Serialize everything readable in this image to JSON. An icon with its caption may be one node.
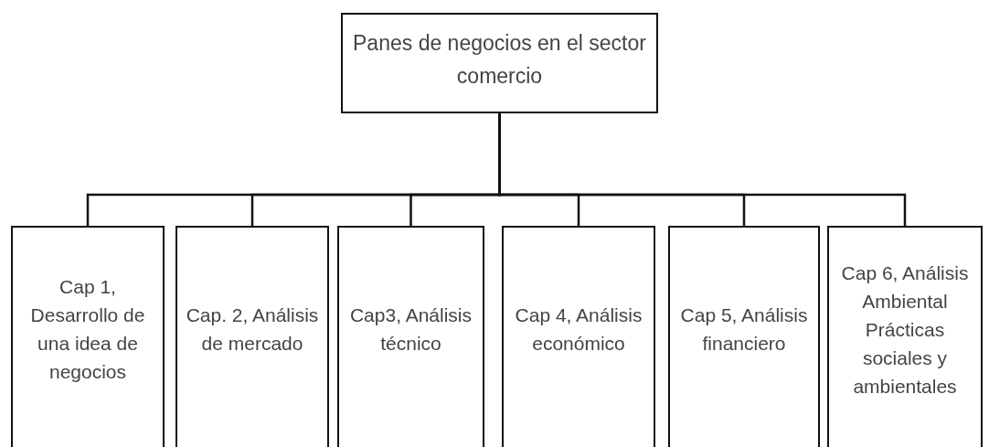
{
  "diagram": {
    "nodes": [
      {
        "text": [
          "Panes de negocios en el sector comercio"
        ]
      },
      {
        "text": [
          "Cap 1, Desarrollo de una idea de negocios"
        ]
      },
      {
        "text": [
          "Cap. 2, Análisis de mercado"
        ]
      },
      {
        "text": [
          "Cap3, Análisis técnico"
        ]
      },
      {
        "text": [
          "Cap 4, Análisis económico"
        ]
      },
      {
        "text": [
          "Cap 5, Análisis financiero"
        ]
      },
      {
        "text": [
          "Cap 6, Análisis Ambiental Prácticas sociales y ambientales"
        ]
      }
    ],
    "edges": [
      {
        "from": 0,
        "to": 1,
        "arrow": "none"
      },
      {
        "from": 0,
        "to": 2,
        "arrow": "none"
      },
      {
        "from": 0,
        "to": 3,
        "arrow": "none"
      },
      {
        "from": 0,
        "to": 4,
        "arrow": "none"
      },
      {
        "from": 0,
        "to": 5,
        "arrow": "none"
      },
      {
        "from": 0,
        "to": 6,
        "arrow": "none"
      }
    ]
  }
}
